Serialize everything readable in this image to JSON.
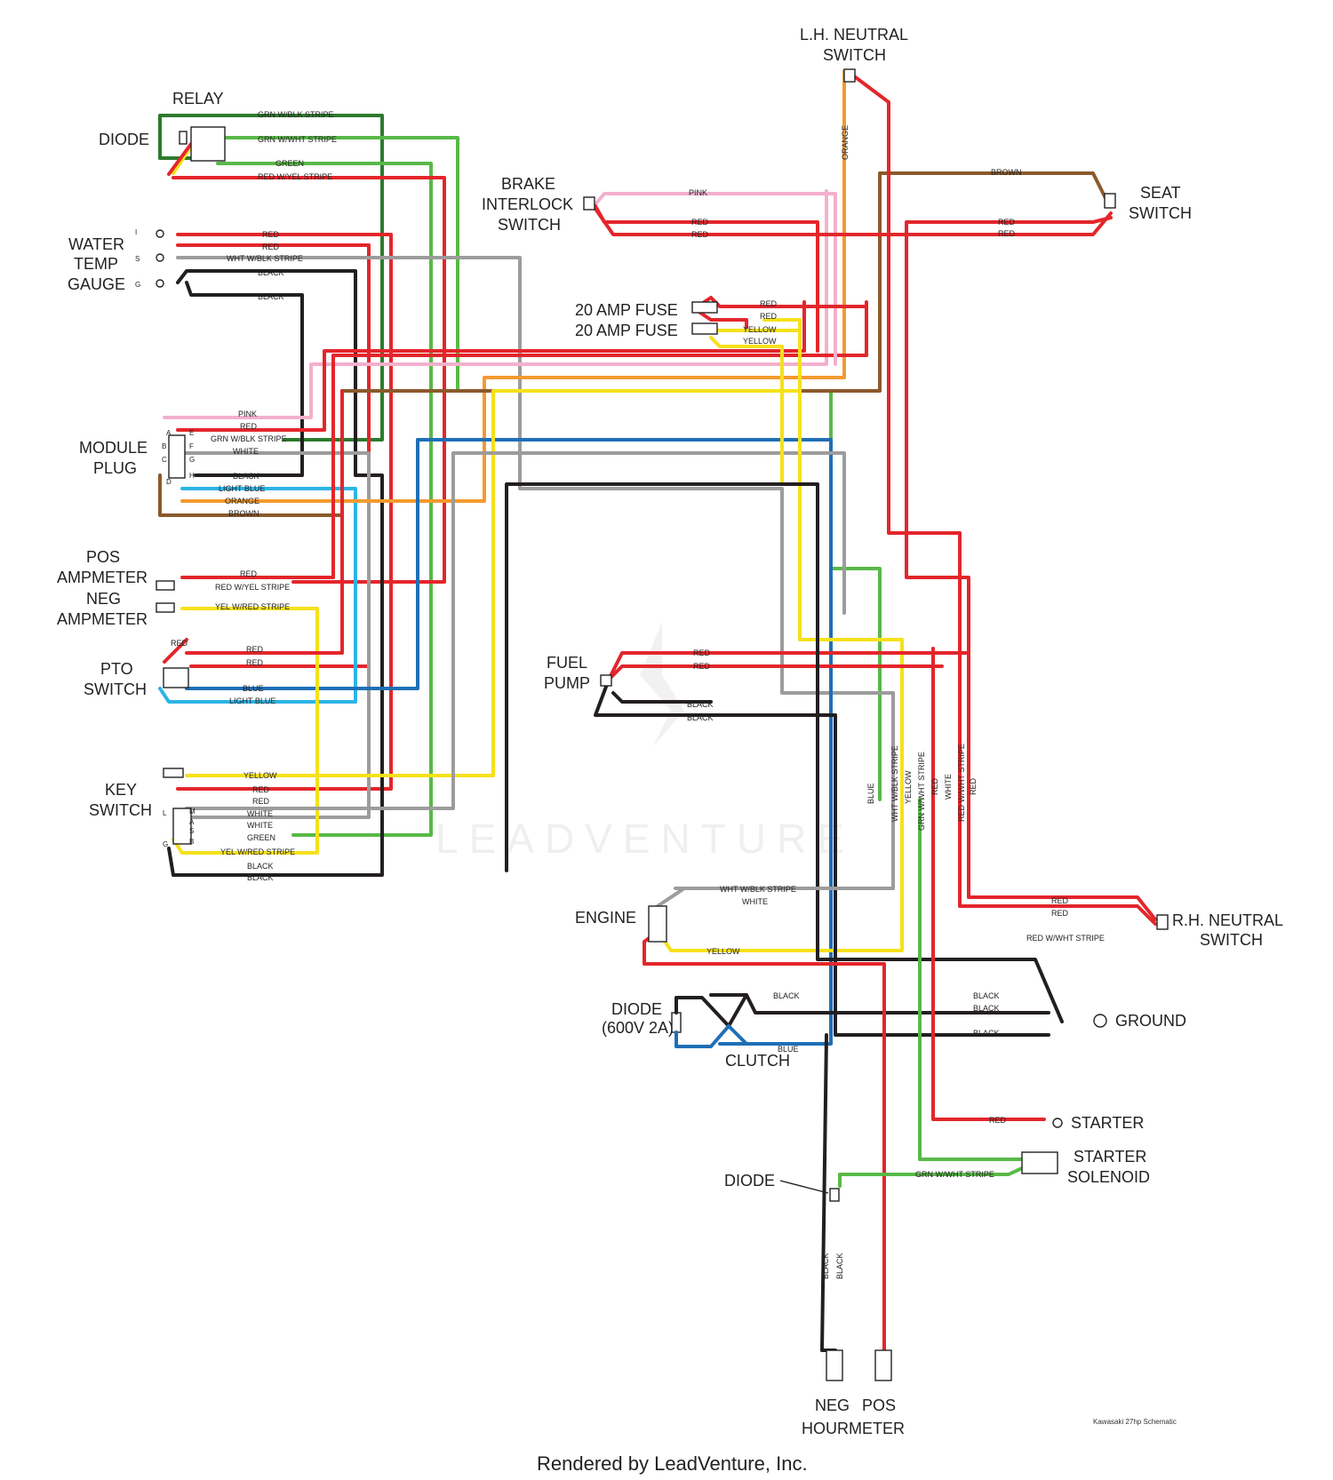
{
  "colors": {
    "red": "#e3262b",
    "black": "#231f20",
    "green": "#58b947",
    "dark_green": "#2d7a2d",
    "yellow": "#f5e11a",
    "pink": "#f3b0cc",
    "orange": "#f49a2f",
    "brown": "#8b5a2b",
    "blue": "#1f6fb6",
    "light_blue": "#2cb4e6",
    "white_wire": "#9c9c9c"
  },
  "components": {
    "relay": "RELAY",
    "diode_top": "DIODE",
    "water_temp": [
      "WATER",
      "TEMP",
      "GAUGE"
    ],
    "water_temp_pins": [
      "I",
      "S",
      "G"
    ],
    "module_plug": [
      "MODULE",
      "PLUG"
    ],
    "module_pins": [
      "A",
      "E",
      "B",
      "F",
      "C",
      "G",
      "D",
      "H"
    ],
    "pos_ampmeter": [
      "POS",
      "AMPMETER"
    ],
    "neg_ampmeter": [
      "NEG",
      "AMPMETER"
    ],
    "pto_switch": [
      "PTO",
      "SWITCH"
    ],
    "key_switch": [
      "KEY",
      "SWITCH"
    ],
    "key_pins": [
      "L",
      "M",
      "A",
      "S",
      "G",
      "B"
    ],
    "lh_neutral": [
      "L.H. NEUTRAL",
      "SWITCH"
    ],
    "brake_interlock": [
      "BRAKE",
      "INTERLOCK",
      "SWITCH"
    ],
    "seat_switch": [
      "SEAT",
      "SWITCH"
    ],
    "fuse_1": "20 AMP FUSE",
    "fuse_2": "20 AMP FUSE",
    "fuel_pump": [
      "FUEL",
      "PUMP"
    ],
    "engine": "ENGINE",
    "rh_neutral": [
      "R.H. NEUTRAL",
      "SWITCH"
    ],
    "diode_clutch": [
      "DIODE",
      "(600V 2A)"
    ],
    "clutch": "CLUTCH",
    "ground": "GROUND",
    "starter": "STARTER",
    "starter_solenoid": [
      "STARTER",
      "SOLENOID"
    ],
    "diode_bottom": "DIODE",
    "neg": "NEG",
    "pos": "POS",
    "hourmeter": "HOURMETER"
  },
  "wire_labels": {
    "grn_blk": "GRN W/BLK STRIPE",
    "grn_wht": "GRN W/WHT STRIPE",
    "green": "GREEN",
    "red_yel": "RED W/YEL STRIPE",
    "red": "RED",
    "wht_blk": "WHT W/BLK STRIPE",
    "black": "BLACK",
    "pink": "PINK",
    "white": "WHITE",
    "light_blue": "LIGHT BLUE",
    "orange": "ORANGE",
    "brown": "BROWN",
    "yel_red": "YEL W/RED STRIPE",
    "blue": "BLUE",
    "yellow": "YELLOW",
    "red_wht": "RED W/WHT STRIPE"
  },
  "watermark": "LEADVENTURE",
  "schematic_caption": "Kawasaki 27hp Schematic",
  "footer": "Rendered by LeadVenture, Inc."
}
